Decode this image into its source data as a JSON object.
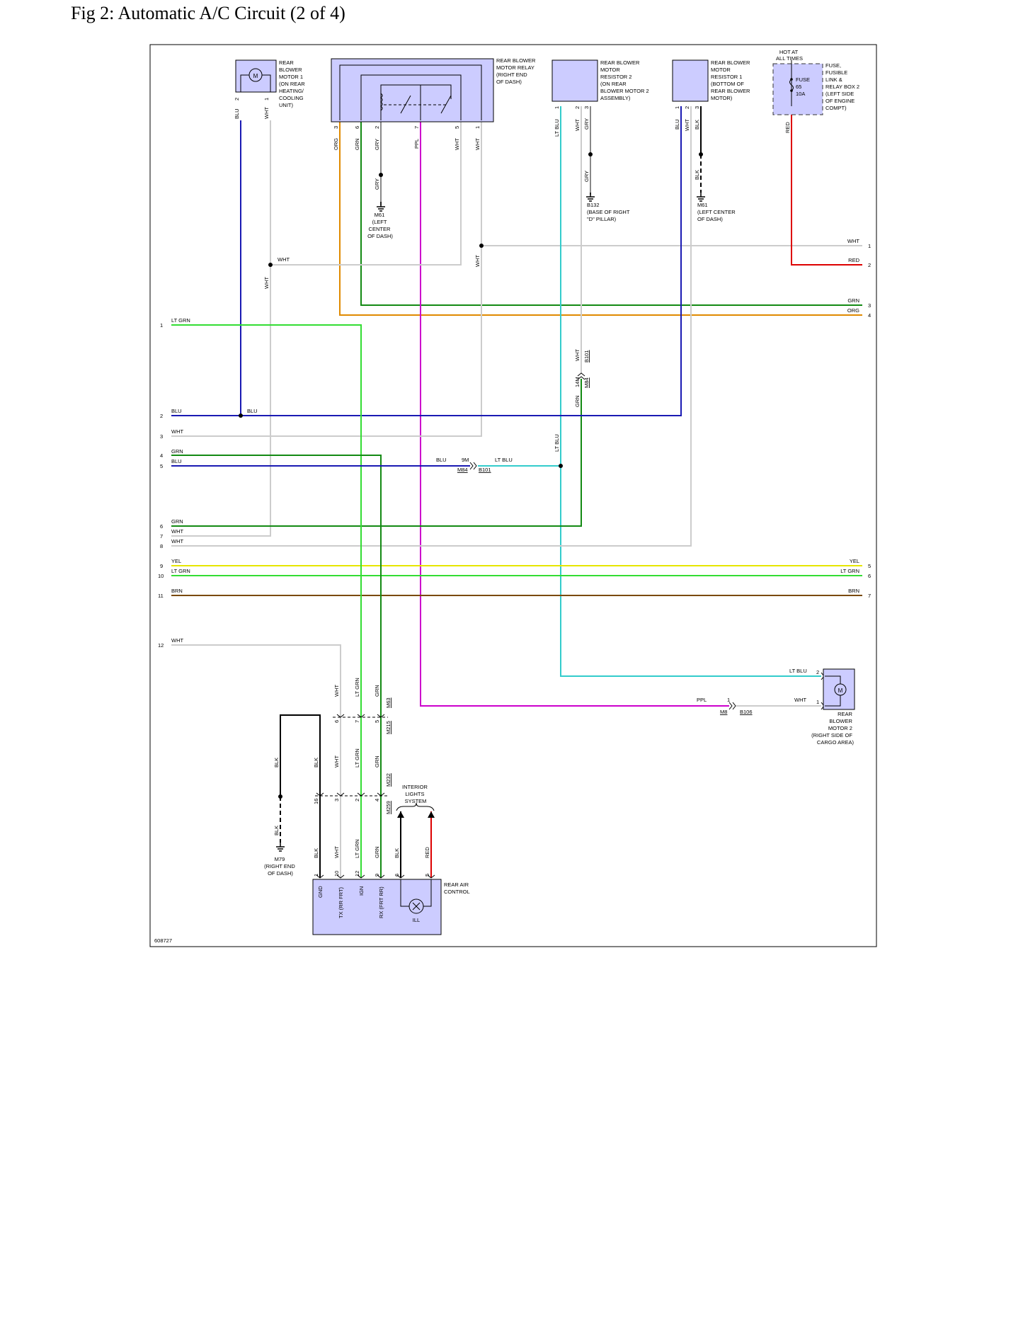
{
  "title": "Fig 2: Automatic A/C Circuit (2 of 4)",
  "figure_id": "608727",
  "colors": {
    "component_fill": "#ccccff",
    "blu": "#1a1ab3",
    "wht": "#cccccc",
    "org": "#e08a00",
    "grn": "#138a13",
    "lt_grn": "#33dd33",
    "gry": "#888888",
    "ppl": "#cc00cc",
    "lt_blu": "#33cccc",
    "red": "#dd0000",
    "yel": "#e6e600",
    "brn": "#7a4a00",
    "blk": "#000000"
  },
  "components": {
    "motor1": [
      "REAR",
      "BLOWER",
      "MOTOR 1",
      "(ON REAR",
      "HEATING/",
      "COOLING",
      "UNIT)"
    ],
    "motor1_symbol": "M",
    "relay": [
      "REAR BLOWER",
      "MOTOR RELAY",
      "(RIGHT END",
      "OF DASH)"
    ],
    "resistor2": [
      "REAR BLOWER",
      "MOTOR",
      "RESISTOR 2",
      "(ON REAR",
      "BLOWER MOTOR 2",
      "ASSEMBLY)"
    ],
    "resistor1": [
      "REAR BLOWER",
      "MOTOR",
      "RESISTOR 1",
      "(BOTTOM OF",
      "REAR BLOWER",
      "MOTOR)"
    ],
    "hot": [
      "HOT AT",
      "ALL TIMES"
    ],
    "fuse_box": [
      "FUSE,",
      "FUSIBLE",
      "LINK &",
      "RELAY BOX 2",
      "(LEFT SIDE",
      "OF ENGINE",
      "COMPT)"
    ],
    "fuse": [
      "FUSE",
      "65",
      "10A"
    ],
    "motor2": [
      "REAR",
      "BLOWER",
      "MOTOR 2",
      "(RIGHT SIDE OF",
      "CARGO AREA)"
    ],
    "motor2_symbol": "M",
    "rear_air_control": [
      "REAR AIR",
      "CONTROL"
    ],
    "interior_lights": [
      "INTERIOR",
      "LIGHTS",
      "SYSTEM"
    ],
    "rac_pins": [
      "GND",
      "TX (RR FRT)",
      "IGN",
      "RX (FRT RR)"
    ],
    "ill": "ILL"
  },
  "grounds": {
    "m61_a": [
      "M61",
      "(LEFT",
      "CENTER",
      "OF DASH)"
    ],
    "b132": [
      "B132",
      "(BASE OF RIGHT",
      "\"D\" PILLAR)"
    ],
    "m61_b": [
      "M61",
      "(LEFT CENTER",
      "OF DASH)"
    ],
    "m79": [
      "M79",
      "(RIGHT END",
      "OF DASH)"
    ]
  },
  "pins": {
    "motor1": [
      "2",
      "1"
    ],
    "relay": [
      "3",
      "6",
      "2",
      "7",
      "5",
      "1"
    ],
    "resistor2": [
      "1",
      "2",
      "3"
    ],
    "resistor1": [
      "1",
      "2",
      "3"
    ],
    "motor2": [
      "2",
      "1"
    ],
    "conn_m63": [
      "6",
      "7",
      "5"
    ],
    "conn_m232": [
      "16",
      "3",
      "2",
      "4"
    ],
    "rac": [
      "1",
      "10",
      "12",
      "9",
      "6",
      "5"
    ],
    "m84_b101_a": [
      "9M"
    ],
    "m84_b101_b": [
      "14M"
    ],
    "m8_b106": [
      "1"
    ]
  },
  "connectors": {
    "m84": "M84",
    "b101": "B101",
    "m63": "M63",
    "m215": "M215",
    "m232": "M232",
    "m259": "M259",
    "m8": "M8",
    "b106": "B106"
  },
  "left_edge_numbers": [
    "1",
    "2",
    "3",
    "4",
    "5",
    "6",
    "7",
    "8",
    "9",
    "10",
    "11",
    "12"
  ],
  "right_edge_numbers": [
    "1",
    "2",
    "3",
    "4",
    "5",
    "6",
    "7"
  ],
  "left_edge_labels": [
    "LT GRN",
    "BLU",
    "WHT",
    "GRN",
    "BLU",
    "GRN",
    "WHT",
    "WHT",
    "YEL",
    "LT GRN",
    "BRN",
    "WHT"
  ],
  "right_edge_labels": [
    "WHT",
    "RED",
    "GRN",
    "ORG",
    "YEL",
    "LT GRN",
    "BRN"
  ],
  "wire_labels": {
    "blu": "BLU",
    "wht": "WHT",
    "org": "ORG",
    "grn": "GRN",
    "gry": "GRY",
    "ppl": "PPL",
    "lt_blu": "LT BLU",
    "lt_grn": "LT GRN",
    "blk": "BLK",
    "red": "RED"
  }
}
